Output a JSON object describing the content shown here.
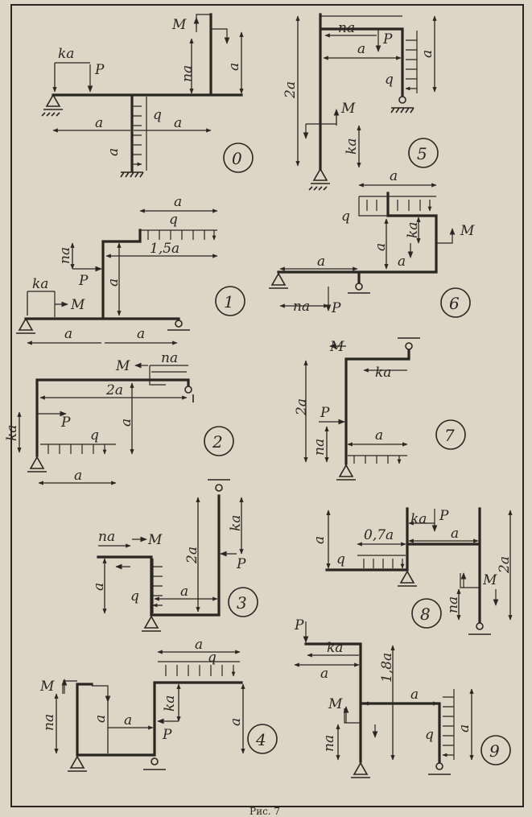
{
  "diagrams": [
    {
      "id": "0",
      "labels": {
        "dist1": "ka",
        "force": "P",
        "moment": "M",
        "vert1": "na",
        "vert2": "a",
        "load": "q",
        "dist2": "a",
        "dist3": "a",
        "vert3": "a"
      }
    },
    {
      "id": "1",
      "labels": {
        "top": "a",
        "load": "q",
        "span": "1,5a",
        "vert1": "na",
        "force": "P",
        "vert2": "a",
        "dist1": "ka",
        "moment": "M",
        "bot1": "a",
        "bot2": "a"
      }
    },
    {
      "id": "2",
      "labels": {
        "moment": "M",
        "top": "na",
        "span": "2a",
        "vert1": "ka",
        "force": "P",
        "load": "q",
        "vert2": "a",
        "bot": "a"
      }
    },
    {
      "id": "3",
      "labels": {
        "top": "na",
        "moment": "M",
        "vert1": "2a",
        "vert2": "ka",
        "force": "P",
        "vert3": "a",
        "load": "q",
        "bot": "a"
      }
    },
    {
      "id": "4",
      "labels": {
        "top": "a",
        "load": "q",
        "moment": "M",
        "vert1": "na",
        "vert2": "a",
        "dist": "a",
        "vert3": "ka",
        "force": "P",
        "vert4": "a"
      }
    },
    {
      "id": "5",
      "labels": {
        "top": "na",
        "force": "P",
        "dist": "a",
        "vert1": "a",
        "vert2": "2a",
        "load": "q",
        "moment": "M",
        "vert3": "ka"
      }
    },
    {
      "id": "6",
      "labels": {
        "top": "a",
        "load": "q",
        "vert1": "ka",
        "moment": "M",
        "vert2": "a",
        "vert3": "a",
        "dist": "a",
        "bot": "na",
        "force": "P"
      }
    },
    {
      "id": "7",
      "labels": {
        "moment": "M",
        "top": "ka",
        "vert1": "2a",
        "force": "P",
        "vert2": "na",
        "dist": "a"
      }
    },
    {
      "id": "8",
      "labels": {
        "vert1": "a",
        "dist1": "0,7a",
        "top": "ka",
        "force": "P",
        "dist2": "a",
        "vert2": "2a",
        "load": "q",
        "moment": "M",
        "vert3": "na"
      }
    },
    {
      "id": "9",
      "labels": {
        "force": "P",
        "top": "ka",
        "dist1": "a",
        "vert1": "1,8a",
        "dist2": "a",
        "moment": "M",
        "vert2": "na",
        "load": "q",
        "vert3": "a"
      }
    }
  ],
  "caption": "Рис. 7"
}
